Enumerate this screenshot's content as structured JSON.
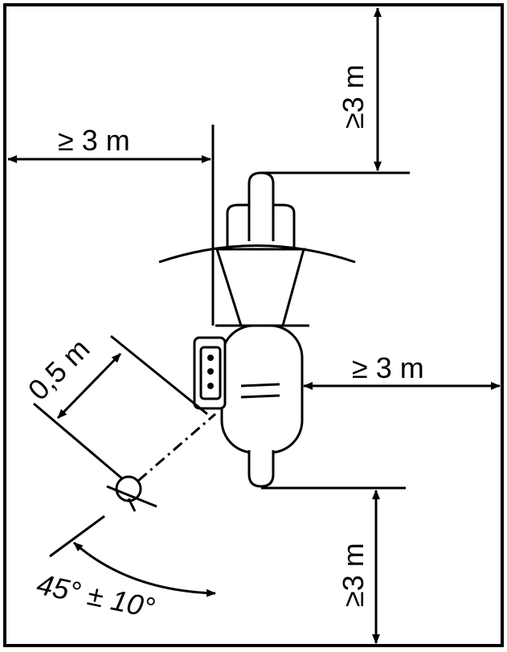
{
  "labels": {
    "left_clearance": "≥ 3 m",
    "right_clearance": "≥ 3 m",
    "top_clearance": "≥3 m",
    "bottom_clearance": "≥3 m",
    "operator_distance": "0,5 m",
    "angle": "45° ± 10°"
  },
  "colors": {
    "ink": "#000000",
    "paper": "#ffffff"
  }
}
